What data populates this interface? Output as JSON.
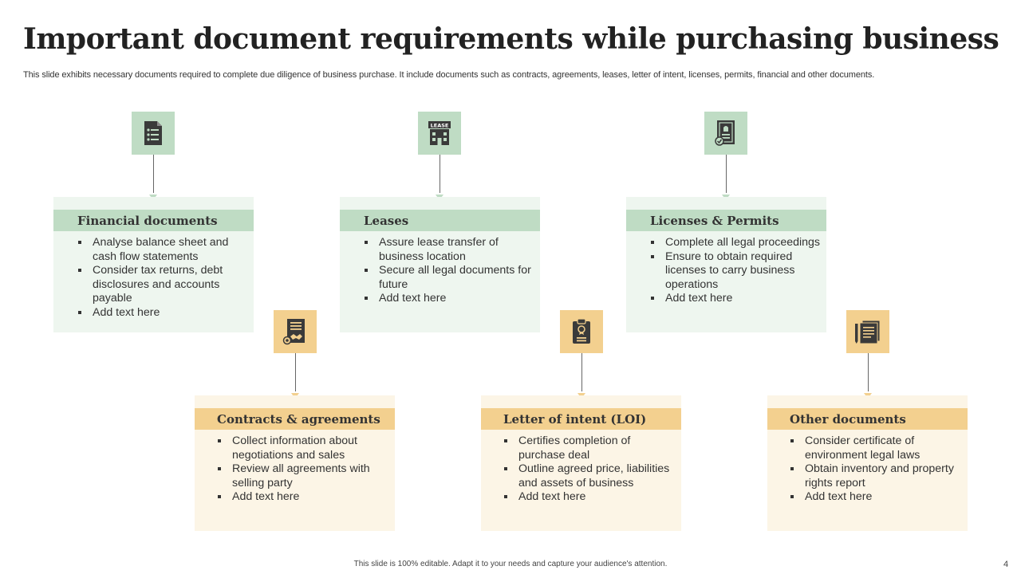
{
  "slide": {
    "title": "Important document requirements while purchasing business",
    "subtitle": "This slide exhibits necessary documents required to complete due diligence of business purchase. It include documents such as contracts, agreements, leases, letter of intent, licenses, permits, financial and other documents.",
    "footer": "This slide is 100% editable. Adapt it to your needs and capture your audience's attention.",
    "page_number": "4"
  },
  "colors": {
    "green_accent": "#bfdcc4",
    "green_card": "#eef6ef",
    "yellow_accent": "#f3d08f",
    "yellow_card": "#fcf5e6",
    "icon_dark": "#3a3a3a"
  },
  "cards": [
    {
      "heading": "Financial documents",
      "icon": "financial-report-icon",
      "bullets": [
        "Analyse balance sheet and cash flow statements",
        "Consider tax returns, debt disclosures and accounts payable",
        "Add text here"
      ]
    },
    {
      "heading": "Leases",
      "icon": "lease-building-icon",
      "icon_label": "LEASE",
      "bullets": [
        "Assure lease transfer of business location",
        "Secure all legal documents for future",
        "Add text here"
      ]
    },
    {
      "heading": "Licenses & Permits",
      "icon": "license-certificate-icon",
      "bullets": [
        "Complete all legal proceedings",
        "Ensure to obtain required licenses to carry business operations",
        "Add text here"
      ]
    },
    {
      "heading": "Contracts & agreements",
      "icon": "contract-handshake-icon",
      "bullets": [
        "Collect information about negotiations and sales",
        "Review all agreements with selling party",
        "Add text here"
      ]
    },
    {
      "heading": "Letter of intent (LOI)",
      "icon": "clipboard-seal-icon",
      "bullets": [
        "Certifies completion of purchase deal",
        "Outline agreed price, liabilities and assets of business",
        "Add text here"
      ]
    },
    {
      "heading": "Other documents",
      "icon": "documents-pen-icon",
      "bullets": [
        "Consider certificate of environment legal laws",
        "Obtain inventory and property rights report",
        "Add text here"
      ]
    }
  ]
}
